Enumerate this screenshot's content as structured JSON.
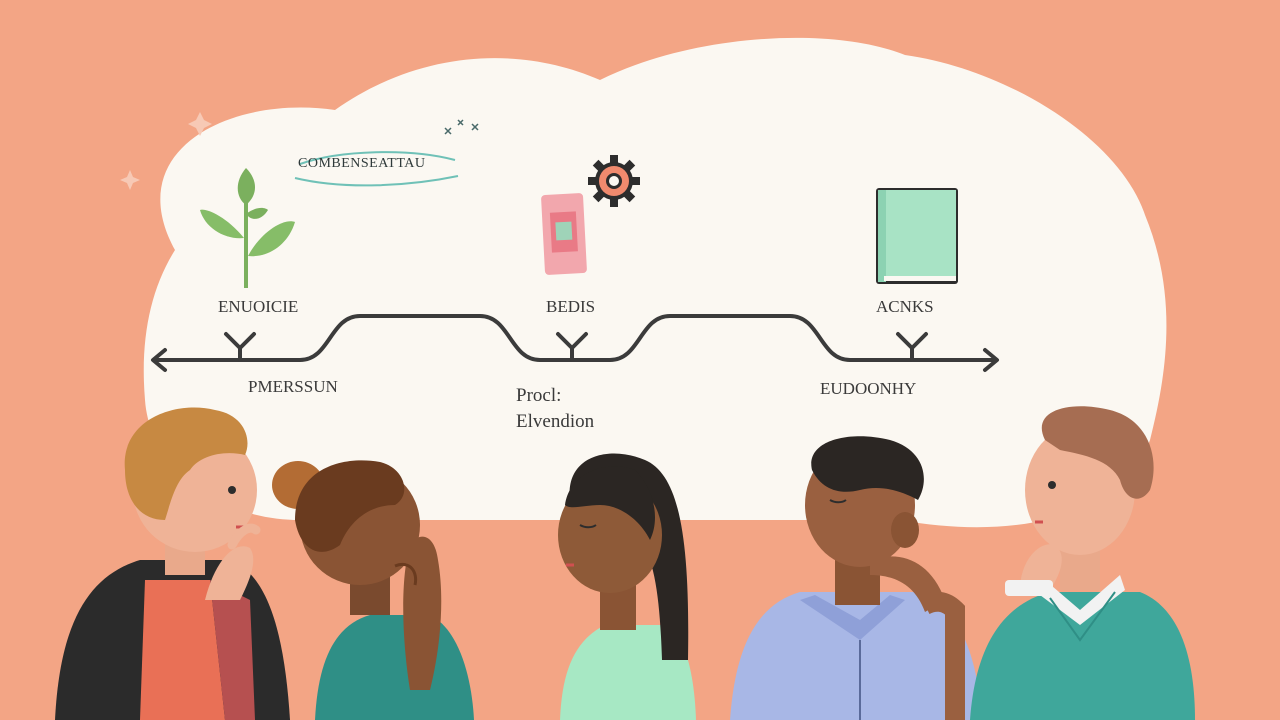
{
  "colors": {
    "background": "#f3a585",
    "cloud": "#fbf8f2",
    "line": "#3b3b3b",
    "leaf": "#7bb05e",
    "gear": "#f08a6e",
    "phone": "#f2a7ad",
    "book": "#a8e3c5",
    "teal_shirt": "#3fa79b",
    "blue_shirt": "#a8b7e6",
    "mint_shirt": "#a7e8c4",
    "coral_shirt": "#e97056",
    "dark_jacket": "#2b2b2b"
  },
  "banner": {
    "text": "COMBENSEATTAU"
  },
  "timeline": {
    "top_labels": [
      "ENUOICIE",
      "BEDIS",
      "ACNKS"
    ],
    "bottom_labels": {
      "left": "PMERSSUN",
      "middle_line1": "Procl:",
      "middle_line2": "Elvendion",
      "right": "EUDOONHY"
    }
  },
  "icons": [
    "plant-icon",
    "phone-icon",
    "gear-icon",
    "book-icon",
    "sparkle-icon"
  ],
  "people": [
    {
      "name": "person-ginger-man",
      "shirt": "coral",
      "jacket": "dark"
    },
    {
      "name": "person-bun-woman",
      "shirt": "teal"
    },
    {
      "name": "person-long-hair-woman",
      "shirt": "mint"
    },
    {
      "name": "person-dark-hair-man",
      "shirt": "blue"
    },
    {
      "name": "person-brown-hair-man",
      "shirt": "teal"
    }
  ]
}
